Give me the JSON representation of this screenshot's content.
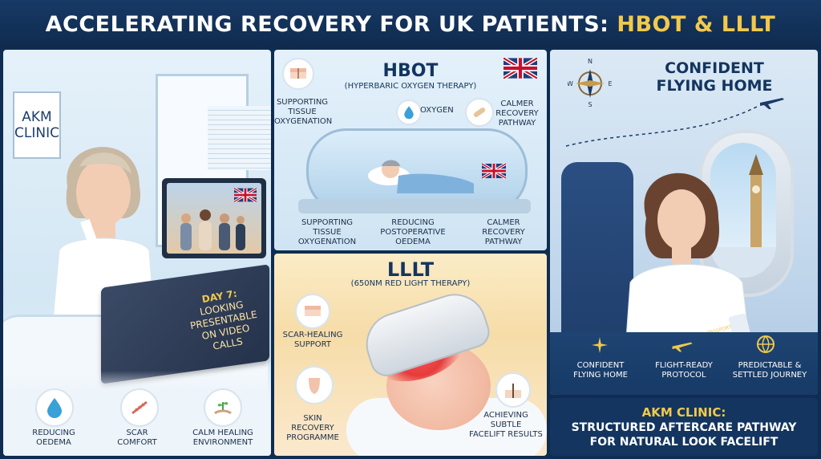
{
  "banner": {
    "title_main": "ACCELERATING RECOVERY FOR UK PATIENTS: ",
    "title_accent": "HBOT & LLLT"
  },
  "left_panel": {
    "sign": {
      "line1": "AKM",
      "line2": "CLINIC"
    },
    "laptop_text": [
      "DAY 7:",
      "LOOKING",
      "PRESENTABLE",
      "ON VIDEO CALLS"
    ],
    "icons": [
      {
        "icon": "water-drop-icon",
        "line1": "REDUCING",
        "line2": "OEDEMA"
      },
      {
        "icon": "scar-icon",
        "line1": "SCAR",
        "line2": "COMFORT"
      },
      {
        "icon": "plant-hand-icon",
        "line1": "CALM HEALING",
        "line2": "ENVIRONMENT"
      }
    ]
  },
  "hbot_panel": {
    "title": "HBOT",
    "subtitle": "(HYPERBARIC OXYGEN THERAPY)",
    "top_labels": [
      {
        "icon": "skin-layer-icon",
        "lines": [
          "SUPPORTING",
          "TISSUE",
          "OXYGENATION"
        ]
      },
      {
        "icon": "water-drop-icon",
        "lines": [
          "OXYGEN"
        ]
      },
      {
        "icon": "bandage-icon",
        "lines": [
          "CALMER",
          "RECOVERY",
          "PATHWAY"
        ]
      }
    ],
    "bottom_labels": [
      {
        "lines": [
          "SUPPORTING",
          "TISSUE",
          "OXYGENATION"
        ]
      },
      {
        "lines": [
          "REDUCING",
          "POSTOPERATIVE",
          "OEDEMA"
        ]
      },
      {
        "lines": [
          "CALMER",
          "RECOVERY",
          "PATHWAY"
        ]
      }
    ]
  },
  "lllt_panel": {
    "title": "LLLT",
    "subtitle": "(650NM RED LIGHT THERAPY)",
    "labels": [
      {
        "icon": "skin-layer-icon",
        "lines": [
          "SCAR-HEALING",
          "SUPPORT"
        ]
      },
      {
        "icon": "neck-skin-icon",
        "lines": [
          "SKIN",
          "RECOVERY",
          "PROGRAMME"
        ]
      },
      {
        "icon": "hair-follicle-icon",
        "lines": [
          "ACHIEVING",
          "SUBTLE",
          "FACELIFT RESULTS"
        ]
      }
    ]
  },
  "right_panel": {
    "title_lines": [
      "CONFIDENT",
      "FLYING HOME"
    ],
    "compass": "compass-icon",
    "compass_letters": {
      "n": "N",
      "e": "E",
      "s": "S",
      "w": "W"
    },
    "passport_label": "PASSPORT",
    "icons": [
      {
        "icon": "compass-icon",
        "lines": [
          "CONFIDENT",
          "FLYING HOME"
        ]
      },
      {
        "icon": "plane-icon",
        "lines": [
          "FLIGHT-READY",
          "PROTOCOL"
        ]
      },
      {
        "icon": "globe-icon",
        "lines": [
          "PREDICTABLE &",
          "SETTLED JOURNEY"
        ]
      }
    ]
  },
  "footer": {
    "line1": "AKM CLINIC:",
    "line2": "STRUCTURED AFTERCARE PATHWAY",
    "line3": "FOR NATURAL LOOK FACELIFT"
  },
  "colors": {
    "navy": "#13355f",
    "gold": "#f2c94c",
    "red_light": "#e63b3b"
  }
}
